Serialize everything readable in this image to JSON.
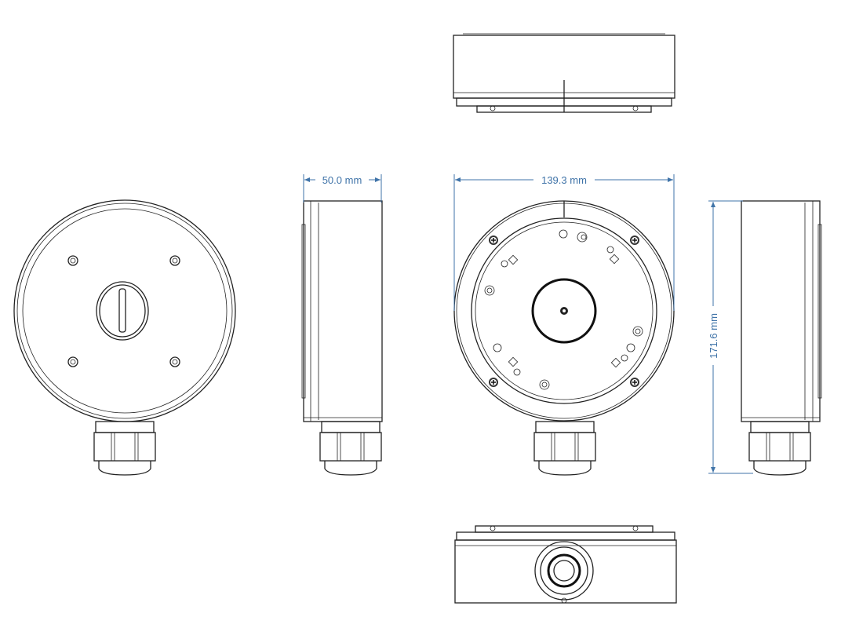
{
  "drawing": {
    "dimensions": {
      "depth": "50.0 mm",
      "width": "139.3 mm",
      "height": "171.6 mm"
    },
    "colors": {
      "dimension": "#3f73a8",
      "line": "#222222"
    }
  }
}
